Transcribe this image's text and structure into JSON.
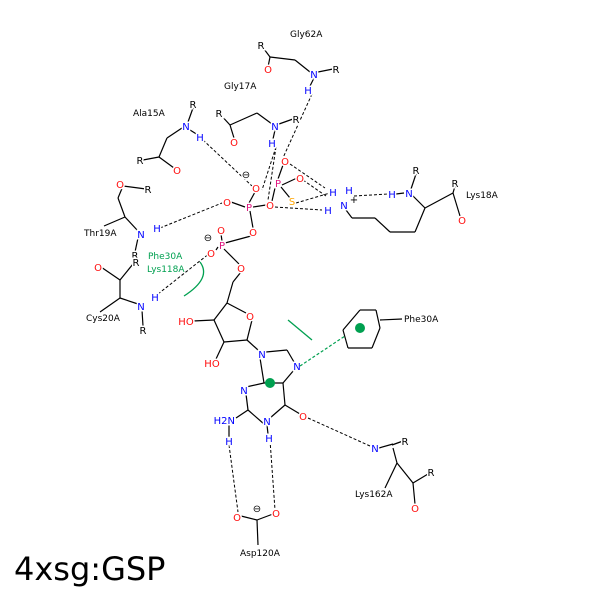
{
  "title": "4xsg:GSP",
  "residues": {
    "gly62": "Gly62A",
    "gly17": "Gly17A",
    "ala15": "Ala15A",
    "thr19": "Thr19A",
    "cys20": "Cys20A",
    "lys18": "Lys18A",
    "phe30": "Phe30A",
    "lys162": "Lys162A",
    "asp120": "Asp120A"
  },
  "hydrophobic": {
    "phe30": "Phe30A",
    "lys118": "Lys118A"
  },
  "atoms": [
    "R",
    "O",
    "N",
    "R",
    "H",
    "R",
    "O",
    "N",
    "R",
    "H",
    "R",
    "N",
    "H",
    "R",
    "O",
    "O",
    "R",
    "N",
    "H",
    "R",
    "O",
    "R",
    "N",
    "H",
    "R",
    "R",
    "N",
    "H",
    "O",
    "R",
    "O",
    "N",
    "H",
    "H",
    "H",
    "P",
    "O",
    "O",
    "O",
    "S",
    "P",
    "O",
    "O",
    "O",
    "P",
    "O",
    "O",
    "O",
    "O",
    "HO",
    "HO",
    "N",
    "N",
    "N",
    "O",
    "N",
    "H",
    "N",
    "H2N",
    "H",
    "N",
    "H",
    "R",
    "R",
    "O",
    "O",
    "O",
    "⊖",
    "⊖",
    "⊖",
    "+"
  ],
  "colors": {
    "O": "#ff0d0d",
    "N": "#0000ff",
    "P": "#e0157f",
    "S": "#ffa500",
    "C": "#000000",
    "hbond": "#000000",
    "hydrophobic": "#00a050"
  }
}
